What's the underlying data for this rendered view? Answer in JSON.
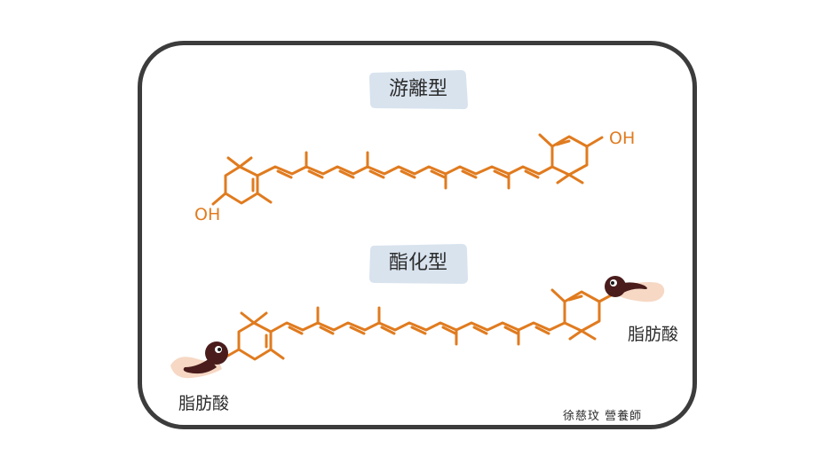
{
  "diagram": {
    "free_form_title": "游離型",
    "ester_form_title": "酯化型",
    "hydroxyl_label_left": "OH",
    "hydroxyl_label_right": "OH",
    "fatty_acid_label_left": "脂肪酸",
    "fatty_acid_label_right": "脂肪酸",
    "credit": "徐慈玟 營養師"
  },
  "colors": {
    "molecule": "#e07b1f",
    "frame": "#3c3c3c",
    "title_tag_bg": "#d8e3ee",
    "fatty_acid_head": "#4a1c1c",
    "fatty_acid_tail": "#f6d8c4",
    "text": "#2c2c2c"
  },
  "icons": [
    "fatty-acid-left-icon",
    "fatty-acid-right-icon"
  ]
}
